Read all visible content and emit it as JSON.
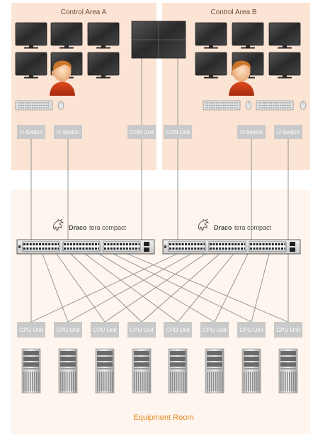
{
  "areas": {
    "control_a": "Control Area A",
    "control_b": "Control Area B",
    "equipment_room": "Equipment Room"
  },
  "switches": {
    "brand_bold": "Draco",
    "brand_light": "tera compact"
  },
  "upper_units": [
    "U-Switch",
    "U-Switch",
    "CON Unit",
    "CON Unit",
    "U-Switch",
    "U-Switch"
  ],
  "cpu_units": [
    "CPU Unit",
    "CPU Unit",
    "CPU Unit",
    "CPU Unit",
    "CPU Unit",
    "CPU Unit",
    "CPU Unit",
    "CPU Unit"
  ],
  "colors": {
    "control_bg": "#fbe4d4",
    "equipment_bg": "#fdf5ee",
    "unit_box": "#c9c9c9",
    "accent": "#e98a1d",
    "monitor": "#3b3b3b"
  },
  "icons": {
    "operator": "operator-icon",
    "monitor": "monitor-icon",
    "keyboard": "keyboard-icon",
    "mouse": "mouse-icon",
    "server": "server-icon",
    "switch": "network-switch-icon",
    "dragon": "dragon-logo-icon"
  }
}
